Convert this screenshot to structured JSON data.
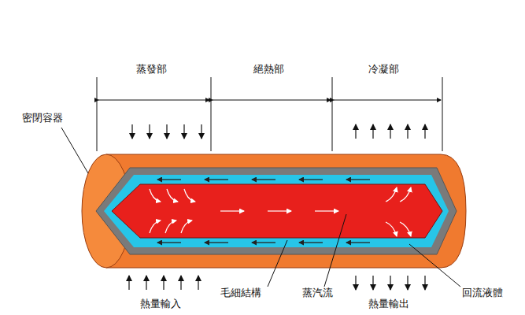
{
  "diagram": {
    "labels": [
      "蒸發部",
      "絕熱部",
      "冷凝部",
      "密閉容器",
      "毛細結構",
      "蒸汽流",
      "回流液體",
      "熱量輸入",
      "熱量輸出"
    ]
  }
}
